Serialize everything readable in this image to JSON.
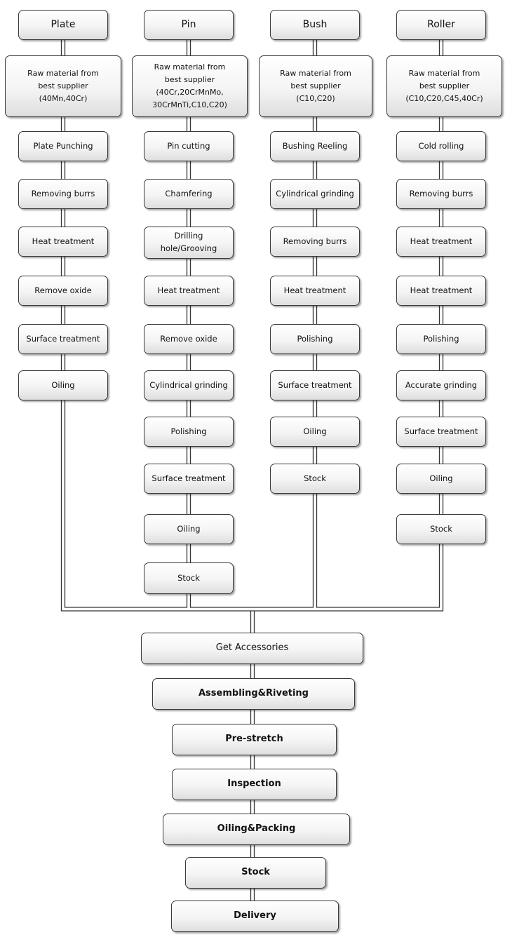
{
  "columns": [
    {
      "header": "Plate",
      "raw": [
        "Raw material from",
        "best supplier",
        "(40Mn,40Cr)"
      ],
      "steps": [
        "Plate Punching",
        "Removing burrs",
        "Heat treatment",
        "Remove oxide",
        "Surface treatment",
        "Oiling"
      ]
    },
    {
      "header": "Pin",
      "raw": [
        "Raw material from",
        "best supplier",
        "(40Cr,20CrMnMo,",
        "30CrMnTi,C10,C20)"
      ],
      "steps": [
        "Pin cutting",
        "Chamfering",
        "Drilling hole/Grooving",
        "Heat treatment",
        "Remove oxide",
        "Cylindrical grinding",
        "Polishing",
        "Surface treatment",
        "Oiling",
        "Stock"
      ]
    },
    {
      "header": "Bush",
      "raw": [
        "Raw material from",
        "best supplier",
        "(C10,C20)"
      ],
      "steps": [
        "Bushing Reeling",
        "Cylindrical grinding",
        "Removing burrs",
        "Heat treatment",
        "Polishing",
        "Surface treatment",
        "Oiling",
        "Stock"
      ]
    },
    {
      "header": "Roller",
      "raw": [
        "Raw material from",
        "best supplier",
        "(C10,C20,C45,40Cr)"
      ],
      "steps": [
        "Cold rolling",
        "Removing burrs",
        "Heat treatment",
        "Heat treatment",
        "Polishing",
        "Accurate grinding",
        "Surface treatment",
        "Oiling",
        "Stock"
      ]
    }
  ],
  "final_steps": [
    "Get Accessories",
    "Assembling&Riveting",
    "Pre-stretch",
    "Inspection",
    "Oiling&Packing",
    "Stock",
    "Delivery"
  ]
}
